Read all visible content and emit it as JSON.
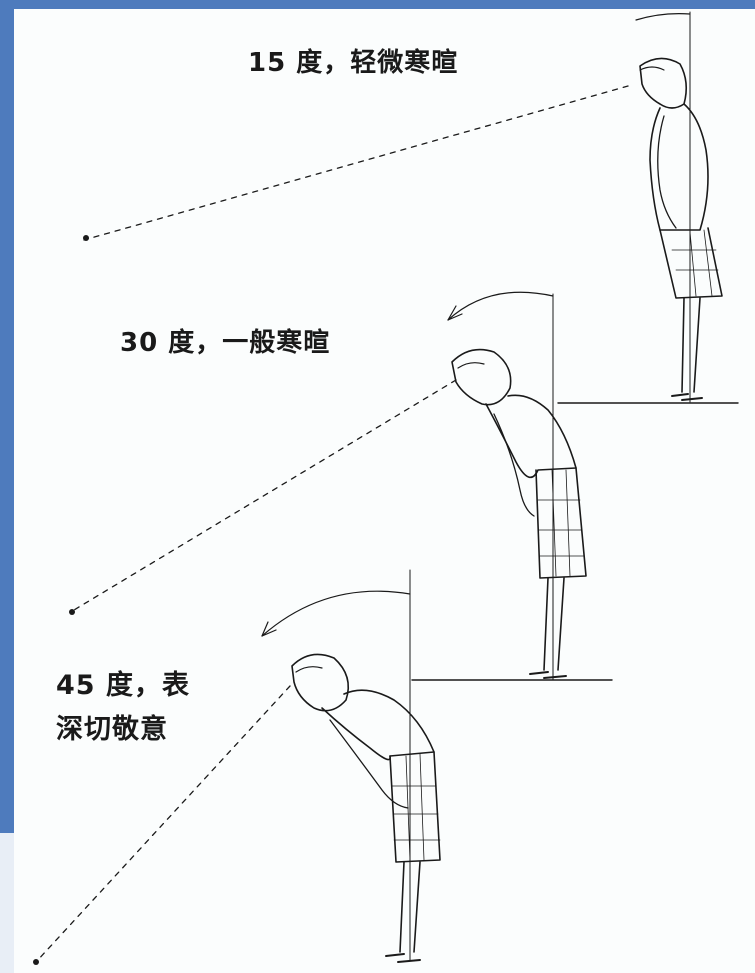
{
  "illustration": {
    "captions": {
      "bow_15": "15 度，轻微寒暄",
      "bow_30": "30 度，一般寒暄",
      "bow_45_line1": "45 度，表",
      "bow_45_line2": "深切敬意"
    }
  },
  "colors": {
    "frame_blue": "#4e7bbd",
    "ink": "#1a1a1a",
    "paper": "#fbfdfd"
  }
}
